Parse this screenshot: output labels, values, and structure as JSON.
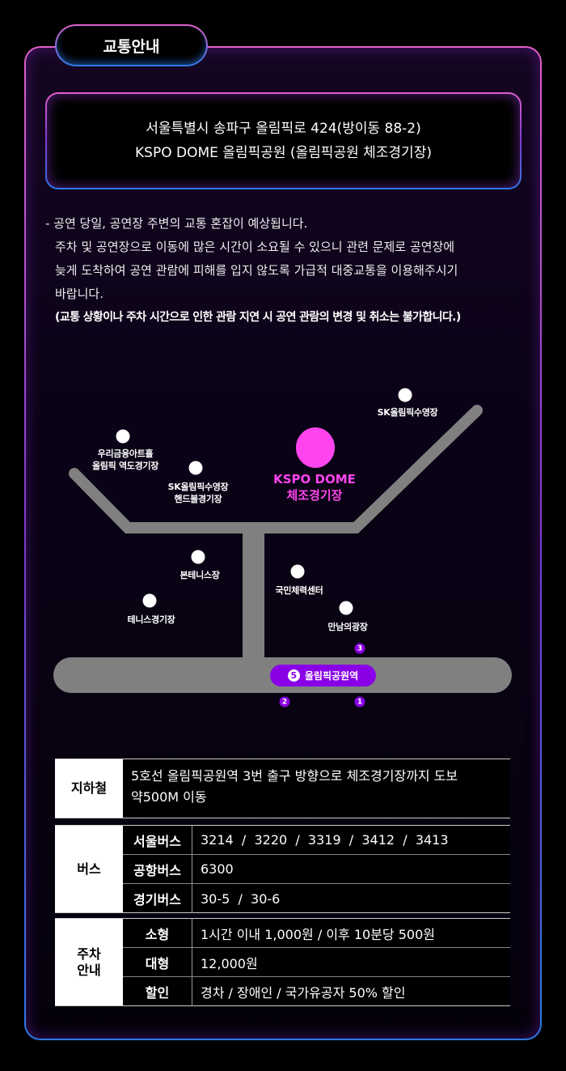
{
  "section_title": "교통안내",
  "address": {
    "line1": "서울특별시 송파구 올림픽로 424(방이동 88-2)",
    "line2": "KSPO DOME 올림픽공원 (올림픽공원 체조경기장)"
  },
  "notice": {
    "line1": "- 공연 당일, 공연장 주변의 교통 혼잡이 예상됩니다.",
    "line2": "주차 및 공연장으로 이동에 많은 시간이 소요될 수 있으니 관련 문제로 공연장에",
    "line3": "늦게 도착하여 공연 관람에 피해를 입지 않도록 가급적 대중교통을 이용해주시기",
    "line4": "바랍니다.",
    "bold": "(교통 상황이나 주차 시간으로 인한 관람 지연 시 공연 관람의 변경 및 취소는 불가합니다.)"
  },
  "map": {
    "venue": {
      "line1": "KSPO DOME",
      "line2": "체조경기장"
    },
    "places": [
      {
        "line1": "SK올림픽수영장",
        "line2": ""
      },
      {
        "line1": "우리금융아트홀",
        "line2": "올림픽 역도경기장"
      },
      {
        "line1": "SK올림픽수영장",
        "line2": "핸드볼경기장"
      },
      {
        "line1": "본테니스장",
        "line2": ""
      },
      {
        "line1": "국민체력센터",
        "line2": ""
      },
      {
        "line1": "테니스경기장",
        "line2": ""
      },
      {
        "line1": "만남의광장",
        "line2": ""
      }
    ],
    "station": {
      "line": "5",
      "name": "올림픽공원역"
    },
    "exits": [
      "3",
      "2",
      "1"
    ],
    "colors": {
      "road": "#808080",
      "venue": "#ff44ee",
      "station": "#8a00e6"
    }
  },
  "table": {
    "subway": {
      "label": "지하철",
      "text": "5호선 올림픽공원역 3번 출구 방향으로 체조경기장까지 도보",
      "text2": "약500M 이동"
    },
    "bus": {
      "label": "버스",
      "rows": [
        {
          "k": "서울버스",
          "v": "3214  /  3220  /  3319  /  3412  /  3413"
        },
        {
          "k": "공항버스",
          "v": "6300"
        },
        {
          "k": "경기버스",
          "v": "30-5  /  30-6"
        }
      ]
    },
    "parking": {
      "label1": "주차",
      "label2": "안내",
      "rows": [
        {
          "k": "소형",
          "v": "1시간 이내 1,000원 / 이후 10분당 500원"
        },
        {
          "k": "대형",
          "v": "12,000원"
        },
        {
          "k": "할인",
          "v": "경차 / 장애인 / 국가유공자 50% 할인"
        }
      ]
    }
  }
}
